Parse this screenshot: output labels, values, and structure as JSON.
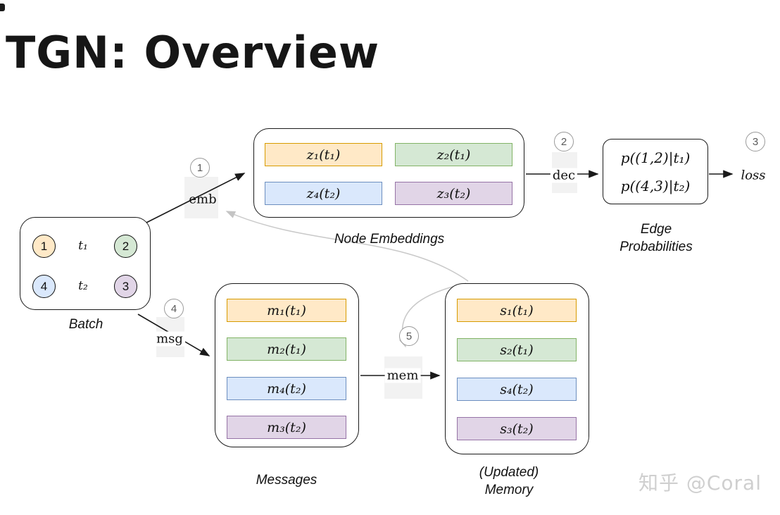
{
  "title": "TGN: Overview",
  "watermark": "知乎 @Coral",
  "palette": {
    "orange_fill": "#ffe9c7",
    "orange_border": "#d79b00",
    "green_fill": "#d5e8d4",
    "green_border": "#82b366",
    "blue_fill": "#dae8fc",
    "blue_border": "#6c8ebf",
    "purple_fill": "#e1d5e7",
    "purple_border": "#9673a6",
    "arrow_black": "#1a1a1a",
    "arrow_gray": "#c9c9c9",
    "step_circle_border": "#9a9a9a",
    "step_circle_text": "#5a5a5a"
  },
  "batch": {
    "label": "Batch",
    "edges": [
      {
        "src": "1",
        "time": "t₁",
        "dst": "2"
      },
      {
        "src": "4",
        "time": "t₂",
        "dst": "3"
      }
    ]
  },
  "node_embeddings": {
    "label": "Node Embeddings",
    "cells": [
      "z₁(t₁)",
      "z₂(t₁)",
      "z₄(t₂)",
      "z₃(t₂)"
    ]
  },
  "edge_probabilities": {
    "label_lines": [
      "Edge",
      "Probabilities"
    ],
    "lines": [
      "p((1,2)|t₁)",
      "p((4,3)|t₂)"
    ]
  },
  "messages": {
    "label": "Messages",
    "cells": [
      "m₁(t₁)",
      "m₂(t₁)",
      "m₄(t₂)",
      "m₃(t₂)"
    ]
  },
  "memory": {
    "label_lines": [
      "(Updated)",
      "Memory"
    ],
    "cells": [
      "s₁(t₁)",
      "s₂(t₁)",
      "s₄(t₂)",
      "s₃(t₂)"
    ]
  },
  "steps": [
    {
      "num": "1",
      "label": "emb"
    },
    {
      "num": "2",
      "label": "dec"
    },
    {
      "num": "3",
      "label": "loss"
    },
    {
      "num": "4",
      "label": "msg"
    },
    {
      "num": "5",
      "label": "mem"
    }
  ]
}
